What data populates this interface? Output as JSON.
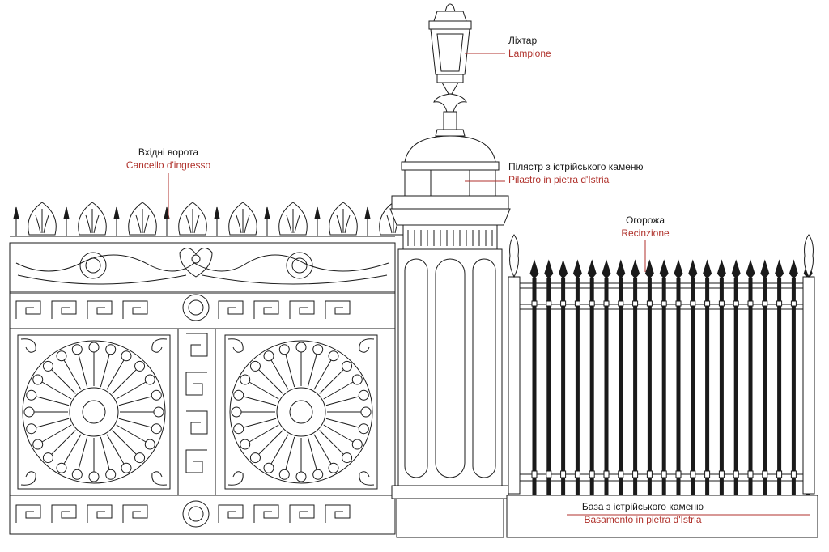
{
  "colors": {
    "ink": "#1a1a1a",
    "accent": "#b0322c",
    "background": "#ffffff"
  },
  "labels": {
    "lamp": {
      "ua": "Ліхтар",
      "it": "Lampione"
    },
    "gate": {
      "ua": "Вхідні ворота",
      "it": "Cancello d'ingresso"
    },
    "pillar": {
      "ua": "Пілястр з істрійського каменю",
      "it": "Pilastro in pietra d'Istria"
    },
    "fence": {
      "ua": "Огорожа",
      "it": "Recinzione"
    },
    "base": {
      "ua": "База з істрійського каменю",
      "it": "Basamento in pietra d'Istria"
    }
  }
}
